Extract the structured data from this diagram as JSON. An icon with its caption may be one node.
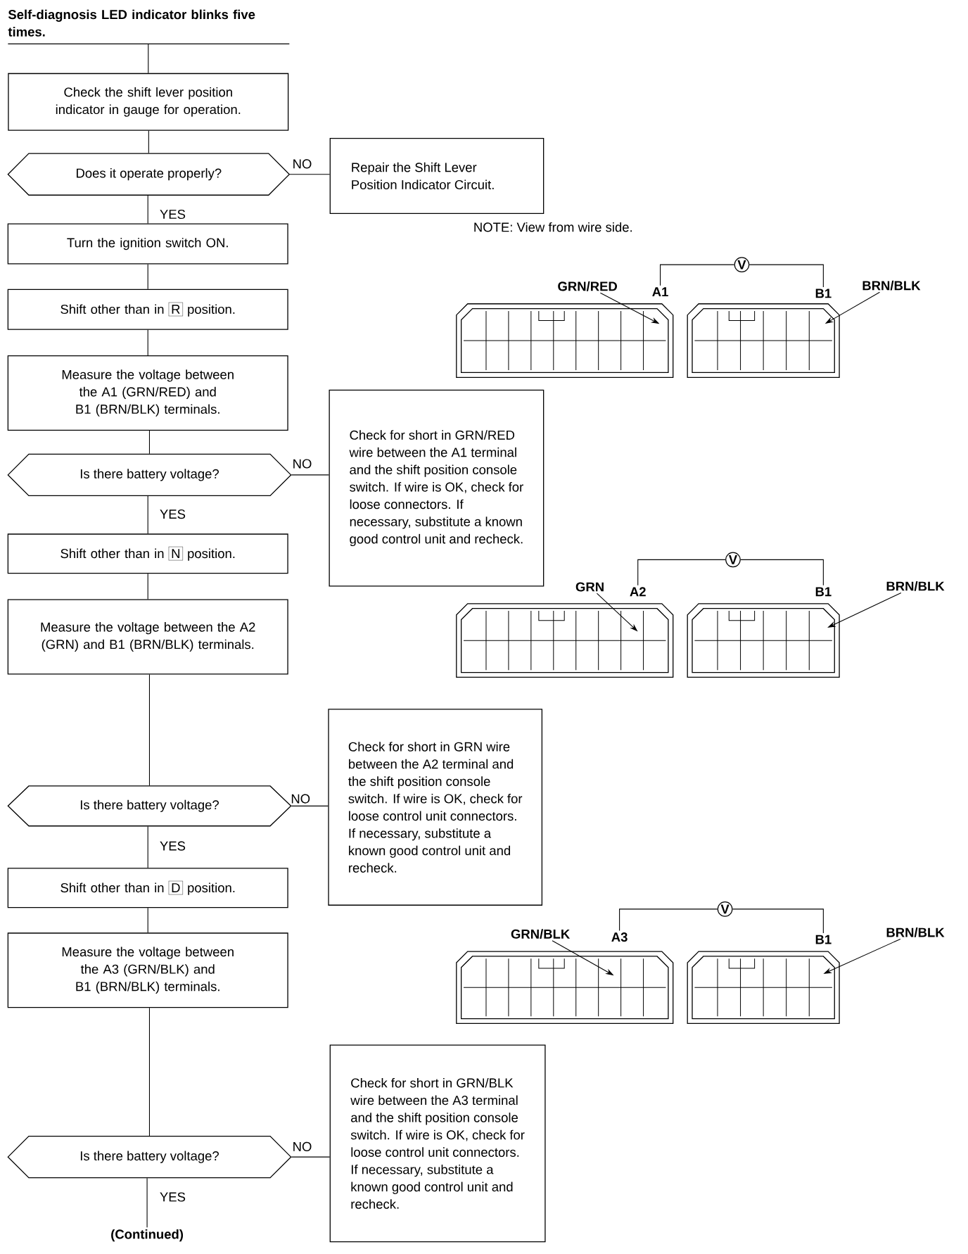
{
  "diagram": {
    "nodes": [
      {
        "text": [
          "Self-diagnosis LED indicator blinks five times."
        ]
      },
      {
        "text": [
          "Check the shift lever position indicator in gauge for operation."
        ]
      },
      {
        "text": [
          "Does it operate properly?"
        ]
      },
      {
        "text": [
          "Repair the Shift Lever Position Indicator Circuit."
        ]
      },
      {
        "text": [
          "Turn the ignition switch ON."
        ]
      },
      {
        "text": [
          "Shift other than in",
          "R",
          "position."
        ]
      },
      {
        "text": [
          "Measure the voltage between the A1 (GRN/RED) and B1 (BRN/BLK) terminals."
        ]
      },
      {
        "text": [
          "Is there battery voltage?"
        ]
      },
      {
        "text": [
          "Check for short in GRN/RED wire between the A1 terminal and the shift position console switch. If wire is OK, check for loose connectors. If necessary, substitute a known good control unit and recheck."
        ]
      },
      {
        "text": [
          "Shift other than in",
          "N",
          "position."
        ]
      },
      {
        "text": [
          "Measure the voltage between the A2 (GRN) and B1 (BRN/BLK) terminals."
        ]
      },
      {
        "text": [
          "Is there battery voltage?"
        ]
      },
      {
        "text": [
          "Check for short in GRN wire between the A2 terminal and the shift position console switch. If wire is OK, check for loose control unit connectors. If necessary, substitute a known good control unit and recheck."
        ]
      },
      {
        "text": [
          "Shift other than in",
          "D",
          "position."
        ]
      },
      {
        "text": [
          "Measure the voltage between the A3 (GRN/BLK) and B1 (BRN/BLK) terminals."
        ]
      },
      {
        "text": [
          "Is there battery voltage?"
        ]
      },
      {
        "text": [
          "Check for short in GRN/BLK wire between the A3 terminal and the shift position console switch. If wire is OK, check for loose control unit connectors. If necessary, substitute a known good control unit and recheck."
        ]
      },
      {
        "text": [
          "(Continued)"
        ]
      },
      {
        "text": [
          "V"
        ]
      },
      {
        "text": [
          "A1"
        ]
      },
      {
        "text": [
          "B1"
        ]
      },
      {
        "text": [
          "GRN/RED"
        ]
      },
      {
        "text": [
          "BRN/BLK"
        ]
      },
      {
        "text": [
          "V"
        ]
      },
      {
        "text": [
          "A2"
        ]
      },
      {
        "text": [
          "B1"
        ]
      },
      {
        "text": [
          "GRN"
        ]
      },
      {
        "text": [
          "BRN/BLK"
        ]
      },
      {
        "text": [
          "V"
        ]
      },
      {
        "text": [
          "A3"
        ]
      },
      {
        "text": [
          "B1"
        ]
      },
      {
        "text": [
          "GRN/BLK"
        ]
      },
      {
        "text": [
          "BRN/BLK"
        ]
      },
      {
        "text": [],
        "shape": "box"
      },
      {
        "text": [],
        "shape": "box"
      },
      {
        "text": [],
        "shape": "box"
      },
      {
        "text": [],
        "shape": "box"
      },
      {
        "text": [],
        "shape": "box"
      },
      {
        "text": [],
        "shape": "box"
      }
    ],
    "edges": [
      {
        "from": 0,
        "to": 1,
        "arrow": "none"
      },
      {
        "from": 1,
        "to": 2,
        "arrow": "none"
      },
      {
        "from": 2,
        "to": 3,
        "arrow": "none",
        "label": "NO"
      },
      {
        "from": 2,
        "to": 4,
        "arrow": "none",
        "label": "YES"
      },
      {
        "from": 4,
        "to": 5,
        "arrow": "none"
      },
      {
        "from": 5,
        "to": 6,
        "arrow": "none"
      },
      {
        "from": 6,
        "to": 7,
        "arrow": "none"
      },
      {
        "from": 7,
        "to": 8,
        "arrow": "none",
        "label": "NO"
      },
      {
        "from": 7,
        "to": 9,
        "arrow": "none",
        "label": "YES"
      },
      {
        "from": 9,
        "to": 10,
        "arrow": "none"
      },
      {
        "from": 10,
        "to": 11,
        "arrow": "none"
      },
      {
        "from": 11,
        "to": 12,
        "arrow": "none",
        "label": "NO"
      },
      {
        "from": 11,
        "to": 13,
        "arrow": "none",
        "label": "YES"
      },
      {
        "from": 13,
        "to": 14,
        "arrow": "none"
      },
      {
        "from": 14,
        "to": 15,
        "arrow": "none"
      },
      {
        "from": 15,
        "to": 16,
        "arrow": "none",
        "label": "NO"
      },
      {
        "from": 15,
        "to": 17,
        "arrow": "none",
        "label": "YES"
      },
      {
        "from": 18,
        "to": 19,
        "arrow": "none"
      },
      {
        "from": 18,
        "to": 20,
        "arrow": "none"
      },
      {
        "from": 21,
        "to": 33,
        "arrow": "to"
      },
      {
        "from": 22,
        "to": 34,
        "arrow": "to"
      },
      {
        "from": 23,
        "to": 24,
        "arrow": "none"
      },
      {
        "from": 23,
        "to": 25,
        "arrow": "none"
      },
      {
        "from": 26,
        "to": 35,
        "arrow": "to"
      },
      {
        "from": 27,
        "to": 36,
        "arrow": "to"
      },
      {
        "from": 28,
        "to": 29,
        "arrow": "none"
      },
      {
        "from": 28,
        "to": 30,
        "arrow": "none"
      },
      {
        "from": 31,
        "to": 37,
        "arrow": "to"
      },
      {
        "from": 32,
        "to": 38,
        "arrow": "to"
      }
    ],
    "labels": [
      "NOTE: View from wire side."
    ]
  }
}
